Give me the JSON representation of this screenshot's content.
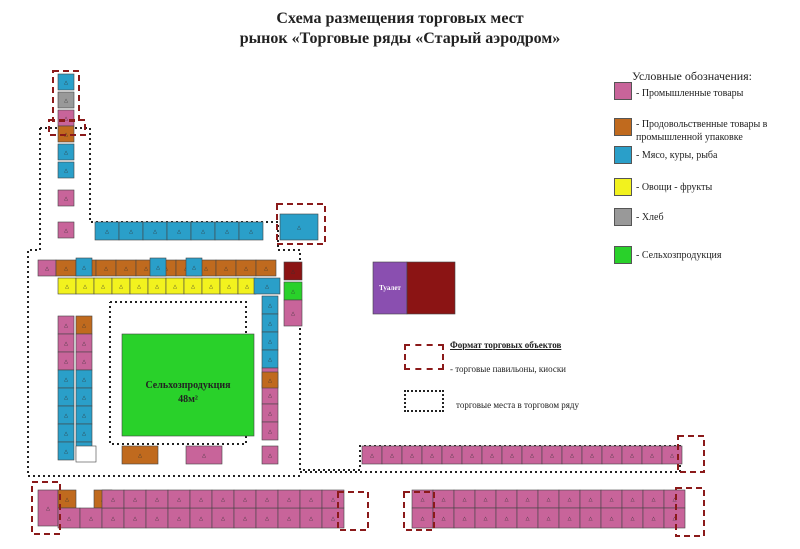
{
  "title_line1": "Схема размещения торговых мест",
  "title_line2": "рынок «Торговые ряды «Старый аэродром»",
  "legend": {
    "title": "Условные обозначения:",
    "items": [
      {
        "label": "- Промышленные товары",
        "color": "#c8649a"
      },
      {
        "label": "- Продовольственные товары в промышленной упаковке",
        "color": "#c06a1e"
      },
      {
        "label": "- Мясо, куры, рыба",
        "color": "#2a9fc9"
      },
      {
        "label": "- Овощи - фрукты",
        "color": "#f2f21e"
      },
      {
        "label": "- Хлеб",
        "color": "#999999"
      },
      {
        "label": "- Сельхозпродукция",
        "color": "#29d12a"
      }
    ]
  },
  "format": {
    "title": "Формат торговых объектов",
    "pavilions": "- торговые павильоны, киоски",
    "row_places": "торговые места в торговом ряду"
  },
  "center_label": "Сельхозпродукция",
  "center_area": "48м²",
  "building_left": "Туалет",
  "colors": {
    "pink": "#c8649a",
    "orange": "#c06a1e",
    "blue": "#2a9fc9",
    "yellow": "#f2f21e",
    "gray": "#999999",
    "green": "#29d12a",
    "purple": "#8a4fb0",
    "darkred": "#8b1414",
    "dash": "#8b1a1a"
  }
}
